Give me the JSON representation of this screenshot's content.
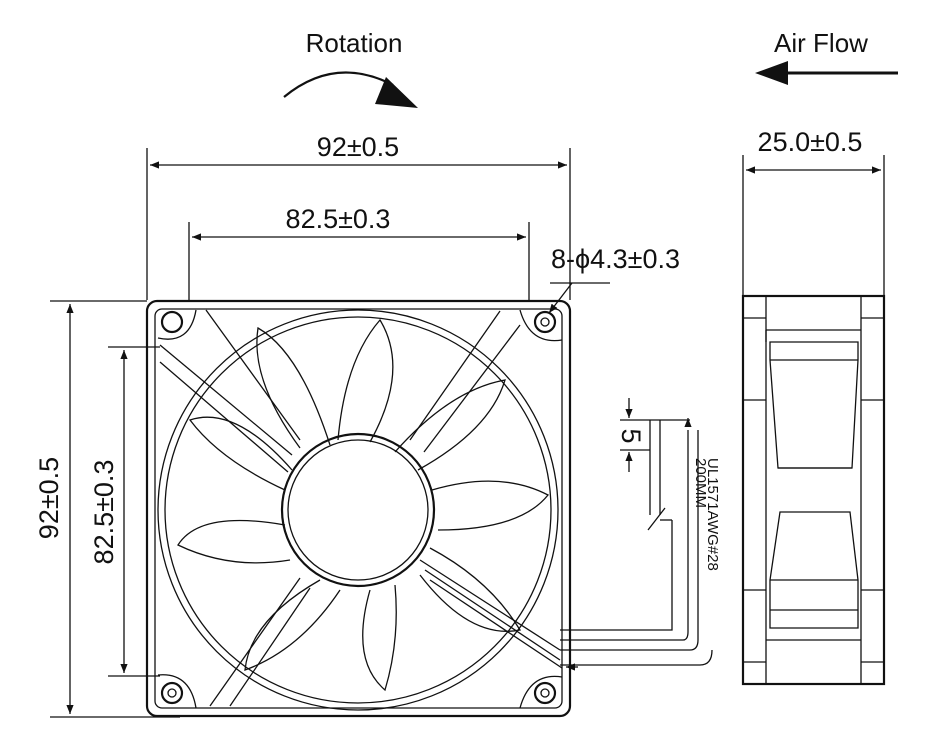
{
  "labels": {
    "rotation": "Rotation",
    "air_flow": "Air Flow"
  },
  "dimensions": {
    "overall_width": "92±0.5",
    "hole_spacing_h": "82.5±0.3",
    "holes": "8-ϕ4.3±0.3",
    "overall_height": "92±0.5",
    "hole_spacing_v": "82.5±0.3",
    "depth": "25.0±0.5",
    "wire_gap": "5"
  },
  "wire_spec": {
    "line1": "UL1571AWG#28",
    "line2": "200MM"
  }
}
